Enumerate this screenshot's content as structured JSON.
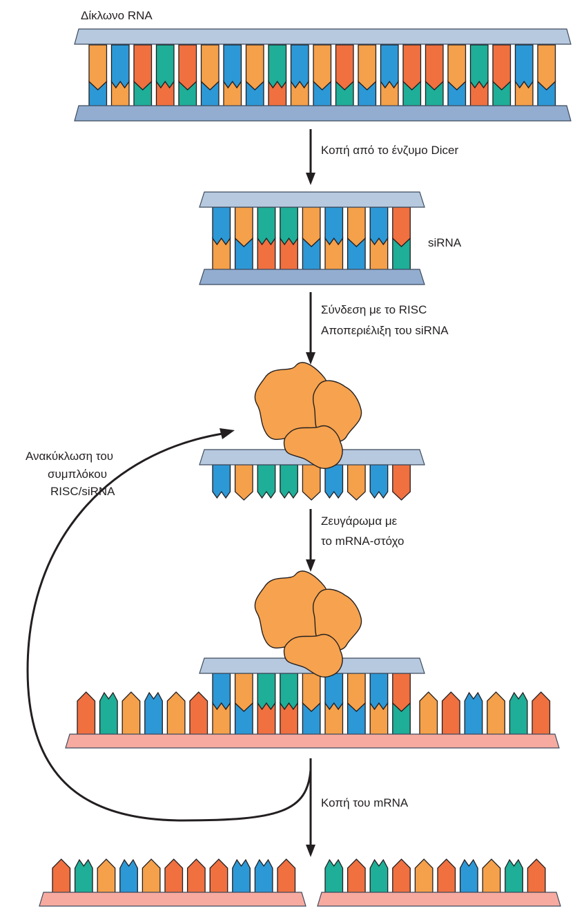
{
  "labels": {
    "dsrna": "Δίκλωνο RNA",
    "dicer": "Κοπή από το ένζυμο Dicer",
    "sirna": "siRNA",
    "risc1": "Σύνδεση με το RISC",
    "risc2": "Αποπεριέλιξη του siRNA",
    "pair1": "Ζευγάρωμα με",
    "pair2": "το mRNA-στόχο",
    "cut": "Κοπή του mRNA",
    "recycle1": "Ανακύκλωση του",
    "recycle2": "συμπλόκου",
    "recycle3": "RISC/siRNA"
  },
  "colors": {
    "orange": "#f07040",
    "teal": "#1fae98",
    "lightOrange": "#f5a04a",
    "blue": "#2d98d6",
    "railTop": "#b6c9df",
    "railBottom": "#92add0",
    "mrnaRail": "#f7aaa0",
    "risc": "#f6a24e"
  },
  "sequences": {
    "dsrna_top": [
      "lightOrange",
      "blue",
      "orange",
      "teal",
      "orange",
      "lightOrange",
      "blue",
      "lightOrange",
      "teal",
      "blue",
      "lightOrange",
      "orange",
      "lightOrange",
      "blue",
      "orange",
      "orange",
      "lightOrange",
      "teal",
      "orange",
      "blue",
      "lightOrange"
    ],
    "sirna_top": [
      "blue",
      "lightOrange",
      "teal",
      "teal",
      "lightOrange",
      "blue",
      "lightOrange",
      "blue",
      "orange"
    ],
    "mrna_left": [
      "orange",
      "teal",
      "lightOrange",
      "blue",
      "lightOrange",
      "orange"
    ],
    "mrna_right": [
      "lightOrange",
      "orange",
      "blue",
      "lightOrange",
      "teal",
      "orange"
    ],
    "frag_left": [
      "orange",
      "teal",
      "lightOrange",
      "blue",
      "lightOrange",
      "orange",
      "orange",
      "orange",
      "blue",
      "blue",
      "orange"
    ],
    "frag_right": [
      "teal",
      "orange",
      "teal",
      "orange",
      "lightOrange",
      "orange",
      "blue",
      "lightOrange",
      "teal",
      "orange"
    ]
  }
}
